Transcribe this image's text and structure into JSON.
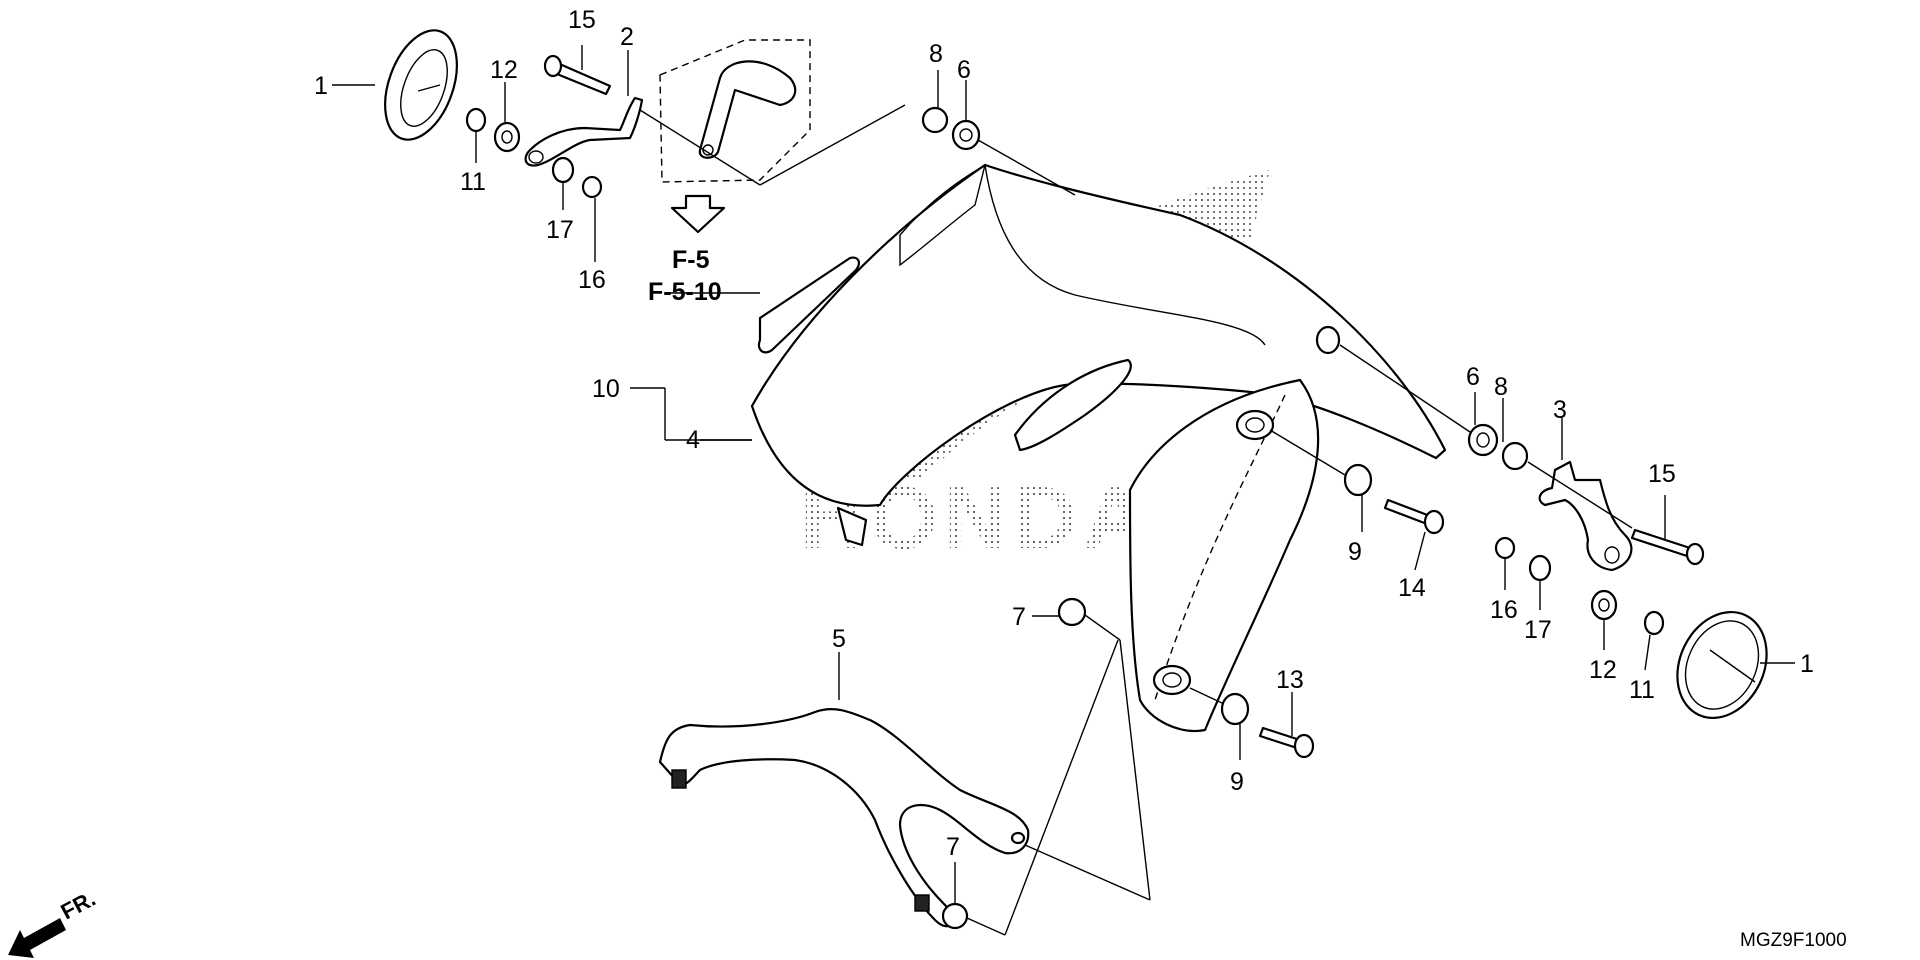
{
  "callouts": {
    "c1_left": "1",
    "c12_left": "12",
    "c11_left": "11",
    "c15_left": "15",
    "c2": "2",
    "c17_left": "17",
    "c16_left": "16",
    "c8_top": "8",
    "c6_top": "6",
    "c10": "10",
    "c4": "4",
    "c6_right": "6",
    "c8_right": "8",
    "c3": "3",
    "c15_right": "15",
    "c9_upper": "9",
    "c14": "14",
    "c16_right": "16",
    "c17_right": "17",
    "c12_right": "12",
    "c11_right": "11",
    "c1_right": "1",
    "c7_upper": "7",
    "c5": "5",
    "c13": "13",
    "c9_lower": "9",
    "c7_lower": "7"
  },
  "reference": {
    "line1": "F-5",
    "line2": "F-5-10"
  },
  "direction_label": "FR.",
  "watermark": "HONDA",
  "diagram_code": "MGZ9F1000"
}
